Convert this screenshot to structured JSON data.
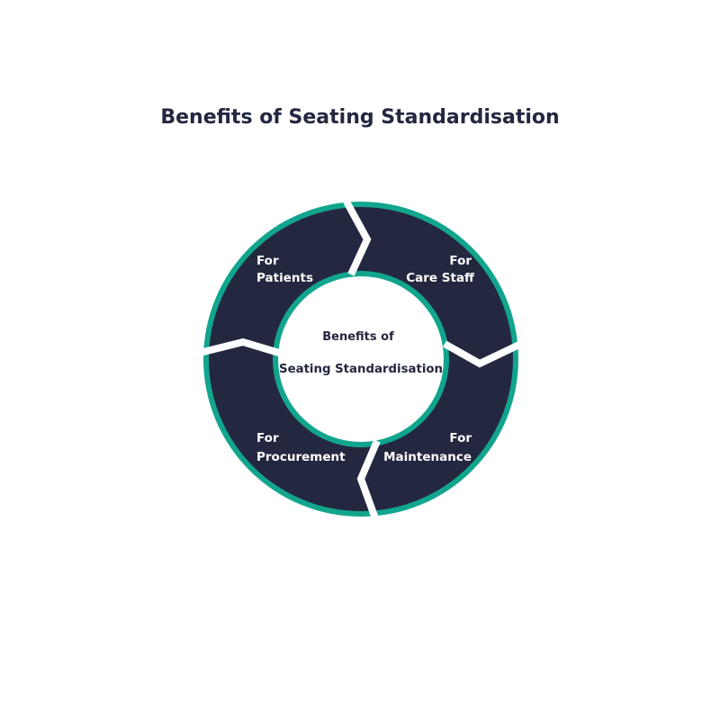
{
  "title": "Benefits of Seating Standardisation",
  "center": {
    "line1": "Benefits of",
    "line2": "Seating Standardisation"
  },
  "segments": [
    {
      "line1": "For",
      "line2": "Patients"
    },
    {
      "line1": "For",
      "line2": "Care Staff"
    },
    {
      "line1": "For",
      "line2": "Maintenance"
    },
    {
      "line1": "For",
      "line2": "Procurement"
    }
  ],
  "colors": {
    "segment_fill": "#232840",
    "ring_accent": "#12A58E",
    "title_text": "#232840",
    "background": "#FFFFFF"
  }
}
